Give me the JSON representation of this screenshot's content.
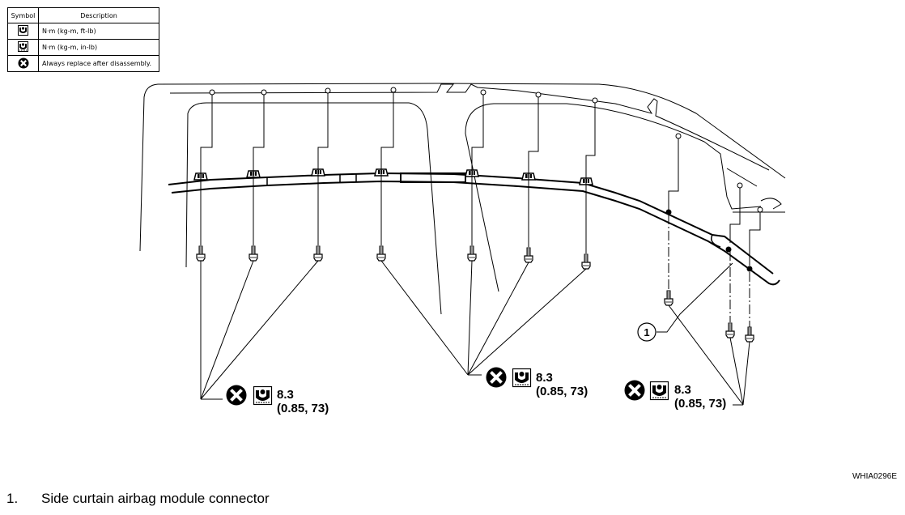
{
  "legend": {
    "header": {
      "symbol": "Symbol",
      "description": "Description"
    },
    "rows": [
      {
        "icon": "torque-wrench-ft-lb-icon",
        "description": "N·m (kg-m, ft-lb)"
      },
      {
        "icon": "torque-wrench-in-lb-icon",
        "description": "N·m (kg-m, in-lb)"
      },
      {
        "icon": "always-replace-icon",
        "description": "Always replace after disassembly."
      }
    ]
  },
  "callouts": [
    {
      "torque": "8.3",
      "spec": "(0.85, 73)",
      "icons": [
        "always-replace-icon",
        "torque-wrench-in-lb-icon"
      ]
    },
    {
      "torque": "8.3",
      "spec": "(0.85, 73)",
      "icons": [
        "always-replace-icon",
        "torque-wrench-in-lb-icon"
      ]
    },
    {
      "torque": "8.3",
      "spec": "(0.85, 73)",
      "icons": [
        "always-replace-icon",
        "torque-wrench-in-lb-icon"
      ]
    }
  ],
  "part_marker": {
    "number": "1"
  },
  "figure_id": "WHIA0296E",
  "footnotes": [
    {
      "number": "1.",
      "text": "Side curtain airbag module connector"
    }
  ],
  "colors": {
    "line": "#000000",
    "background": "#ffffff"
  }
}
